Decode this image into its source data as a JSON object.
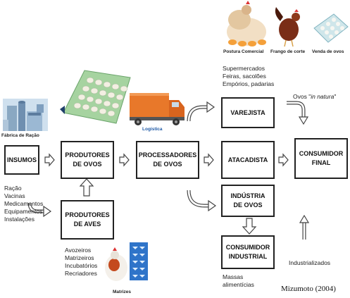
{
  "boxes": {
    "insumos": "INSUMOS",
    "produtores_ovos": [
      "PRODUTORES",
      "DE OVOS"
    ],
    "processadores": [
      "PROCESSADORES",
      "DE OVOS"
    ],
    "atacadista": "ATACADISTA",
    "consumidor_final": [
      "CONSUMIDOR",
      "FINAL"
    ],
    "varejista": "VAREJISTA",
    "industria": [
      "INDÚSTRIA",
      "DE OVOS"
    ],
    "consumidor_industrial": [
      "CONSUMIDOR",
      "INDUSTRIAL"
    ],
    "produtores_aves": [
      "PRODUTORES",
      "DE AVES"
    ]
  },
  "captions": {
    "fabrica": "Fábrica de Ração",
    "logistica": "Logística",
    "postura": "Postura Comercial",
    "frango": "Frango de corte",
    "venda": "Venda de ovos",
    "matrizes": "Matrizes"
  },
  "notes": {
    "varejo": [
      "Supermercados",
      "Feiras, sacolões",
      "Empórios, padarias"
    ],
    "ovos_prefix": "Ovos \"",
    "ovos_italic": "in natura",
    "ovos_suffix": "\"",
    "insumos_list": [
      "Ração",
      "Vacinas",
      "Medicamentos",
      "Equipamentos",
      "Instalações"
    ],
    "aves_list": [
      "Avozeiros",
      "Matrizeiros",
      "Incubatórios",
      "Recriadores"
    ],
    "massas": [
      "Massas",
      "alimentícias"
    ],
    "industrializados": "Industrializados"
  },
  "credit": "Mizumoto (2004)",
  "colors": {
    "truck": "#e8782a",
    "crate": "#a6d3a0",
    "hen": "#c44a1e",
    "accent_blue": "#1f5aa6"
  }
}
